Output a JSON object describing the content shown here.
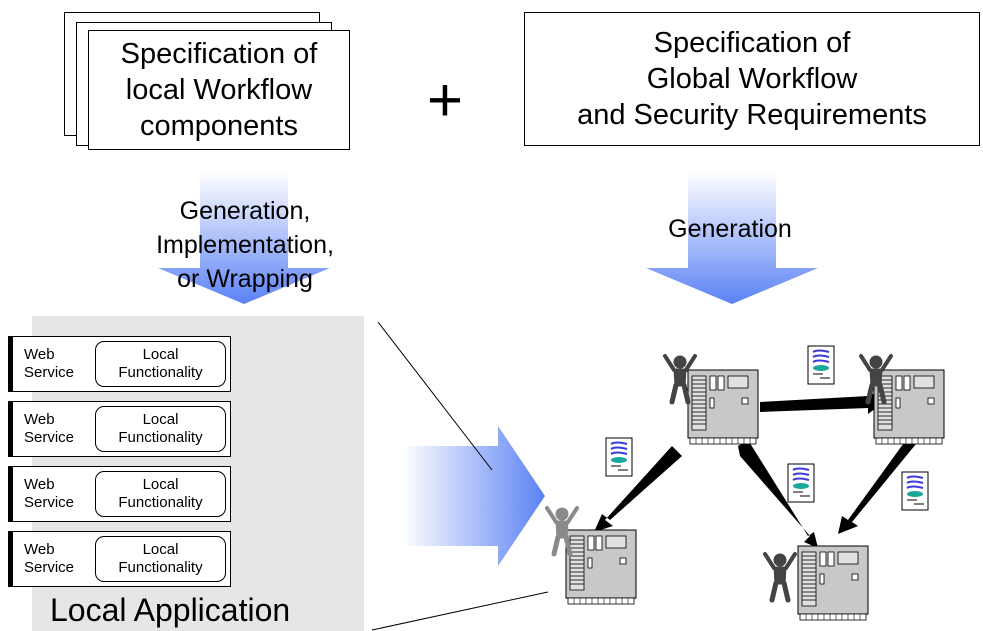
{
  "local_spec": {
    "lines": [
      "Specification of",
      "local Workflow",
      "components"
    ]
  },
  "plus_sign": "+",
  "global_spec": {
    "lines": [
      "Specification of",
      "Global Workflow",
      "and Security Requirements"
    ]
  },
  "left_arrow_label": {
    "lines": [
      "Generation,",
      "Implementation,",
      "or Wrapping"
    ]
  },
  "right_arrow_label": "Generation",
  "local_application": {
    "title": "Local Application",
    "services": [
      {
        "service": "Web\nService",
        "functionality": "Local\nFunctionality"
      },
      {
        "service": "Web\nService",
        "functionality": "Local\nFunctionality"
      },
      {
        "service": "Web\nService",
        "functionality": "Local\nFunctionality"
      },
      {
        "service": "Web\nService",
        "functionality": "Local\nFunctionality"
      }
    ]
  },
  "colors": {
    "arrow_blue": "#5b82f5",
    "panel_gray": "#e6e6e6",
    "server_gray": "#c8c8c8",
    "person_gray": "#8a8a8a",
    "person_dark": "#444444"
  }
}
